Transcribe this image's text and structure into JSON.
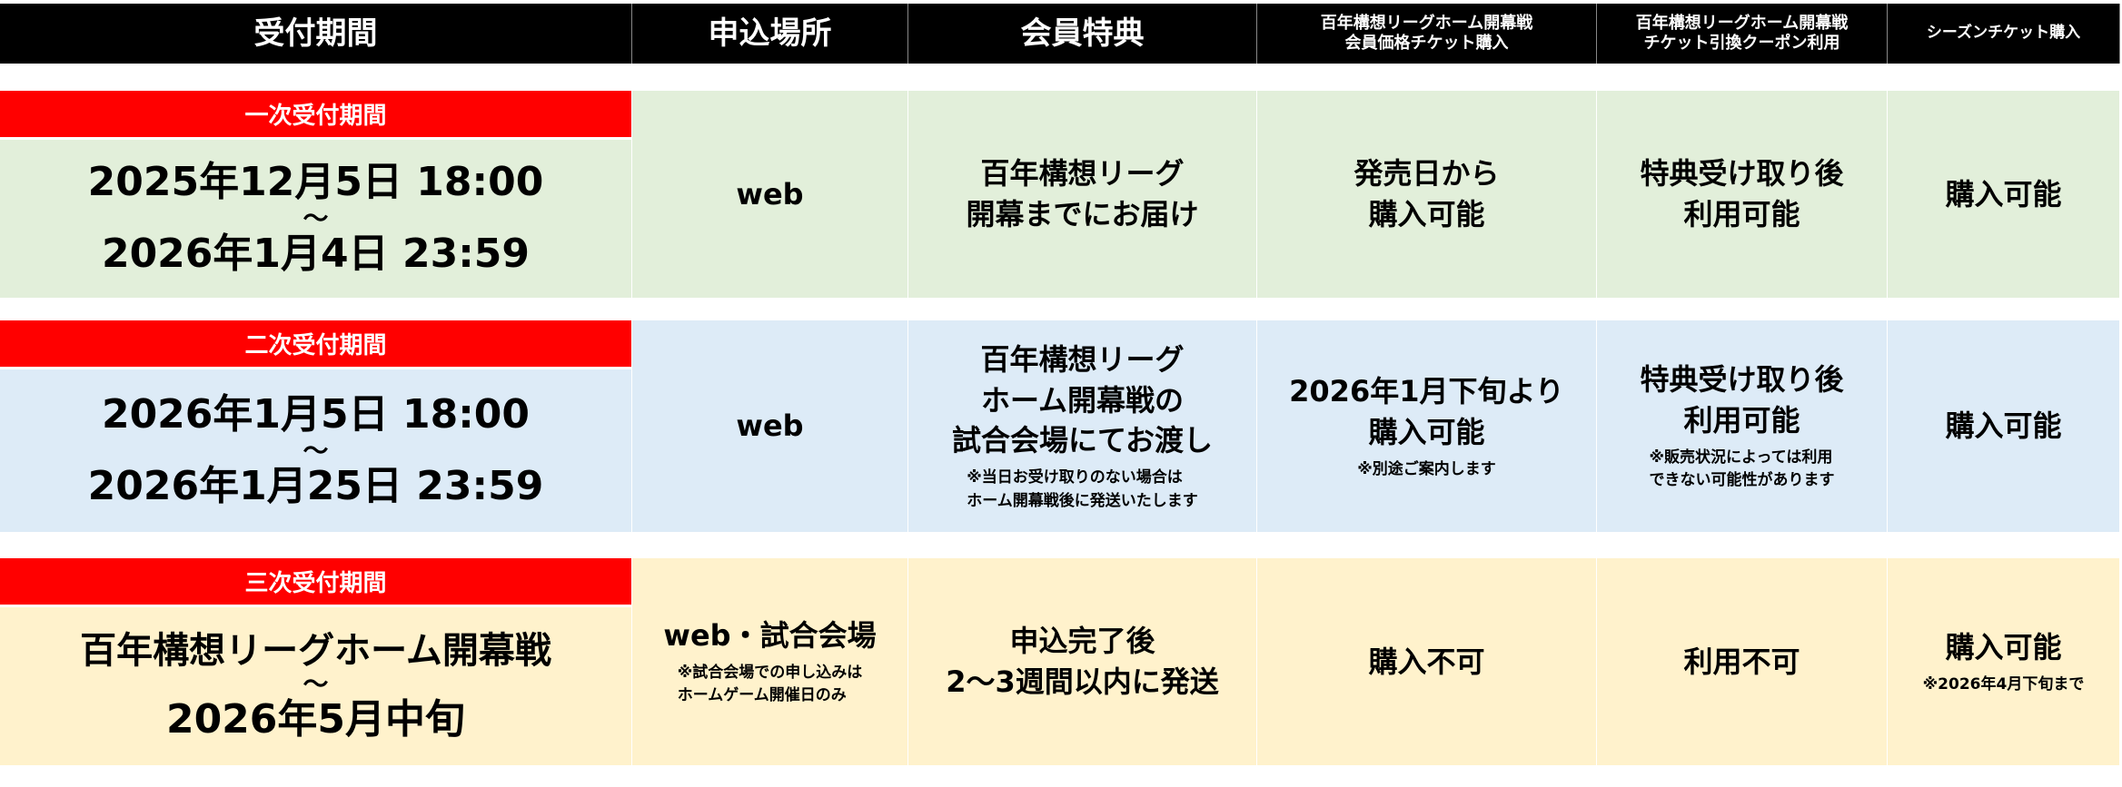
{
  "header": [
    "受付期間",
    "申込場所",
    "会員特典",
    "百年構想リーグホーム開幕戦\n会員価格チケット購入",
    "百年構想リーグホーム開幕戦\nチケット引換クーポン利用",
    "シーズンチケット購入"
  ],
  "groups": [
    {
      "label": "一次受付期間",
      "start": "2025年12月5日 18:00",
      "tilde": "～",
      "end": "2026年1月4日 23:59",
      "place": "web",
      "place_note": "",
      "benefit": "百年構想リーグ\n開幕までにお届け",
      "benefit_note": "",
      "ticket": "発売日から\n購入可能",
      "ticket_note": "",
      "coupon": "特典受け取り後\n利用可能",
      "coupon_note": "",
      "season": "購入可能",
      "season_note": ""
    },
    {
      "label": "二次受付期間",
      "start": "2026年1月5日 18:00",
      "tilde": "～",
      "end": "2026年1月25日 23:59",
      "place": "web",
      "place_note": "",
      "benefit": "百年構想リーグ\nホーム開幕戦の\n試合会場にてお渡し",
      "benefit_note": "※当日お受け取りのない場合は\nホーム開幕戦後に発送いたします",
      "ticket": "2026年1月下旬より\n購入可能",
      "ticket_note": "※別途ご案内します",
      "coupon": "特典受け取り後\n利用可能",
      "coupon_note": "※販売状況によっては利用\nできない可能性があります",
      "season": "購入可能",
      "season_note": ""
    },
    {
      "label": "三次受付期間",
      "start": "百年構想リーグホーム開幕戦",
      "tilde": "～",
      "end": "2026年5月中旬",
      "place": "web・試合会場",
      "place_note": "※試合会場での申し込みは\nホームゲーム開催日のみ",
      "benefit": "申込完了後\n2～3週間以内に発送",
      "benefit_note": "",
      "ticket": "購入不可",
      "ticket_note": "",
      "coupon": "利用不可",
      "coupon_note": "",
      "season": "購入可能",
      "season_note": "※2026年4月下旬まで"
    }
  ]
}
